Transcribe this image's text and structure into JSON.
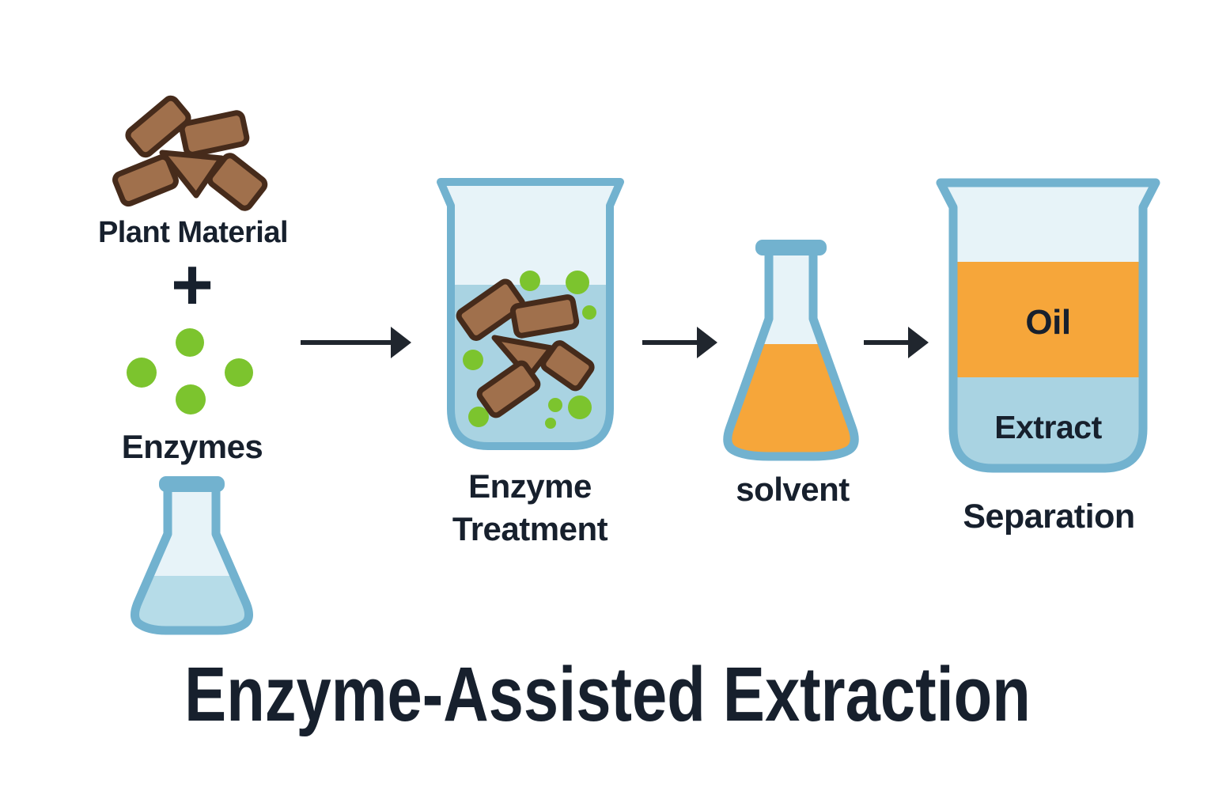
{
  "title": "Enzyme-Assisted Extraction",
  "labels": {
    "plant_material": "Plant Material",
    "plus": "+",
    "enzymes": "Enzymes",
    "treatment_line1": "Enzyme",
    "treatment_line2": "Treatment",
    "solvent": "solvent",
    "oil": "Oil",
    "extract": "Extract",
    "separation": "Separation"
  },
  "flow": [
    "Plant Material + Enzymes",
    "Enzyme Treatment",
    "solvent",
    "Separation"
  ],
  "icons": {
    "plant_chunks": "plant-material-chunks-icon",
    "enzyme_dots": "enzyme-dots-icon",
    "empty_flask": "erlenmeyer-flask-icon",
    "treatment_beaker": "beaker-enzyme-treatment-icon",
    "solvent_flask": "erlenmeyer-flask-solvent-icon",
    "separation_beaker": "beaker-oil-extract-icon",
    "arrow": "right-arrow-icon"
  },
  "colors": {
    "background": "#ffffff",
    "glass_outline": "#72b2cf",
    "glass_empty": "#e7f3f8",
    "water": "#a9d3e2",
    "flask_liquid": "#b6dce8",
    "oil_orange": "#f6a63a",
    "enzyme_green": "#7cc42e",
    "plant_brown": "#a0704c",
    "plant_brown_dark": "#462b1b",
    "text": "#17202d",
    "arrow": "#20262e"
  }
}
